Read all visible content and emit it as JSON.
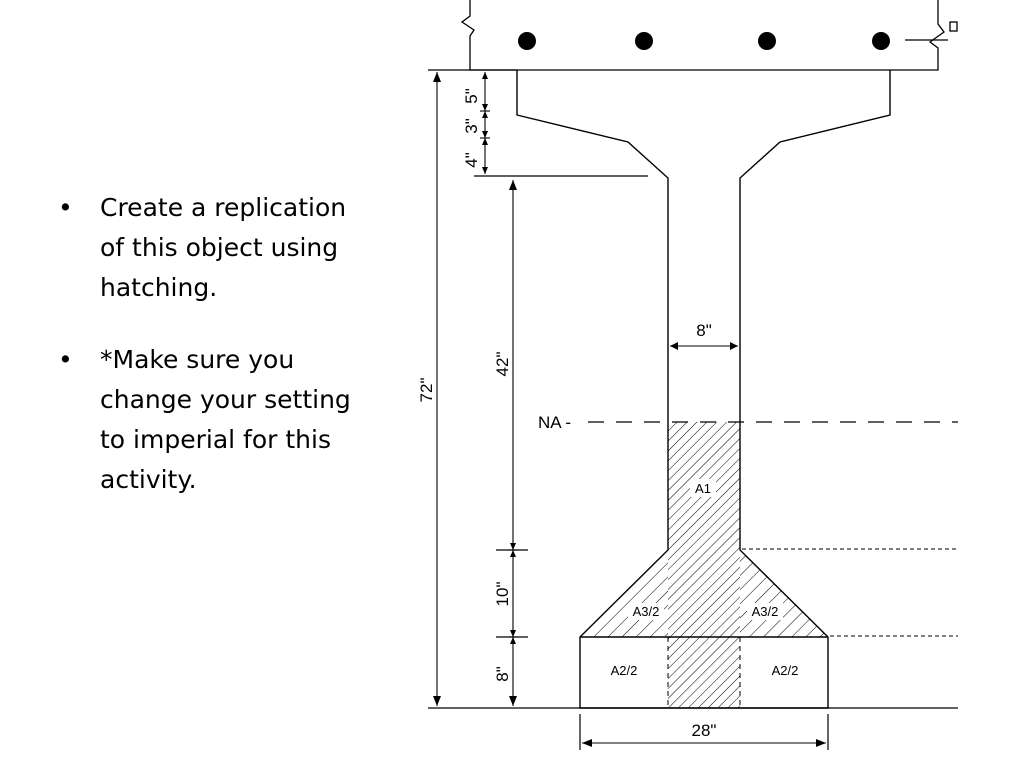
{
  "slide": {
    "bullets": [
      {
        "symbol": "•",
        "text": "Create a replication of this object using hatching."
      },
      {
        "symbol": "•",
        "text": "*Make sure you change your setting to imperial for this activity."
      }
    ]
  },
  "diagram": {
    "dims": {
      "total_height": "72\"",
      "flange_top": "5\"",
      "flange_taper": "3\"",
      "flange_haunch": "4\"",
      "web_height": "42\"",
      "bottom_taper": "10\"",
      "bottom_flange": "8\"",
      "web_width": "8\"",
      "bottom_width": "28\""
    },
    "labels": {
      "neutral_axis": "NA -",
      "area1": "A1",
      "area3_left": "A3/2",
      "area3_right": "A3/2",
      "area2_left": "A2/2",
      "area2_right": "A2/2"
    },
    "colors": {
      "line": "#000000",
      "background": "#ffffff"
    }
  }
}
